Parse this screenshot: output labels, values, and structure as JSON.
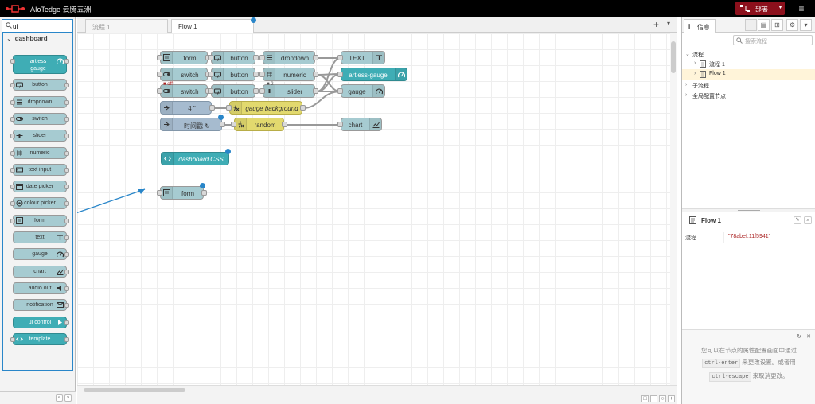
{
  "header": {
    "title": "AIoTedge 云腾五洲",
    "deploy_label": "部署",
    "colors": {
      "bar": "#000000",
      "deploy": "#8c101c"
    }
  },
  "palette": {
    "search_value": "ui",
    "category": "dashboard",
    "nodes": [
      "artless gauge",
      "button",
      "dropdown",
      "switch",
      "slider",
      "numeric",
      "text input",
      "date picker",
      "colour picker",
      "form",
      "text",
      "gauge",
      "chart",
      "audio out",
      "notification",
      "ui control",
      "template"
    ]
  },
  "tabs": [
    {
      "label": "流程 1"
    },
    {
      "label": "Flow 1"
    }
  ],
  "workspace": {
    "nodes": {
      "form1": "form",
      "button1": "button",
      "dropdown": "dropdown",
      "text": "TEXT",
      "switch1": "switch",
      "button2": "button",
      "numeric": "numeric",
      "artless": "artless-gauge",
      "switch2": "switch",
      "button3": "button",
      "slider": "slider",
      "gauge": "gauge",
      "inject1": "4 \"",
      "gaugebg": "gauge background",
      "inject2": "时间戳 ↻",
      "random": "random",
      "chart": "chart",
      "css": "dashboard CSS",
      "form2": "form"
    },
    "small_labels": {
      "off": "off",
      "n2": "2"
    }
  },
  "sidebar": {
    "tab_label": "信息",
    "search_placeholder": "搜索流程",
    "tree": {
      "root": "流程",
      "flow1": "流程 1",
      "flow2": "Flow 1",
      "subflows": "子流程",
      "globals": "全局配置节点"
    },
    "detail_title": "Flow 1",
    "detail_key": "流程",
    "detail_value": "\"78abef.11f5941\"",
    "help": {
      "line1": "您可以在节点的属性配置画面中通过",
      "key1": "ctrl-enter",
      "line2": "来更改设置。或者用",
      "key2": "ctrl-escape",
      "line3": "来取消更改。"
    }
  },
  "colors": {
    "accent": "#2986c9",
    "ui_node": "#a6cbd1",
    "ui_node_dark": "#3fadb5",
    "function_node": "#e2d96e",
    "inject_node": "#a6bbcf"
  }
}
